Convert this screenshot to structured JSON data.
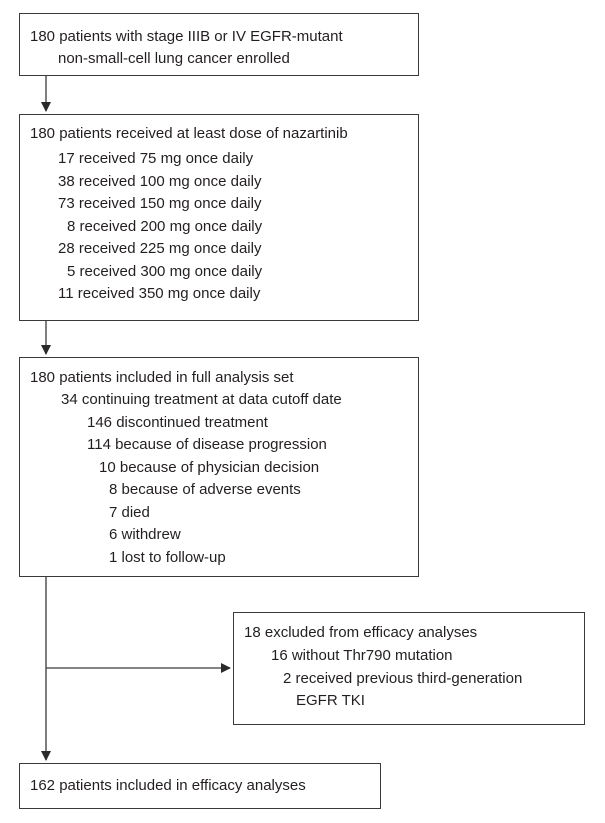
{
  "flowchart": {
    "enrolled": {
      "lines": [
        "180 patients with stage IIIB or IV EGFR-mutant",
        "non-small-cell lung cancer enrolled"
      ]
    },
    "dosing": {
      "title": "180 patients received at least dose of nazartinib",
      "items": [
        "17 received 75 mg once daily",
        "38 received 100 mg once daily",
        "73 received 150 mg once daily",
        "8 received 200 mg once daily",
        "28 received 225 mg once daily",
        "5 received 300 mg once daily",
        "11 received 350 mg once daily"
      ]
    },
    "analysis": {
      "title": "180 patients included in full analysis set",
      "continuing": "34 continuing treatment at data cutoff date",
      "discontinued": "146 discontinued treatment",
      "reasons": [
        "114 because of disease progression",
        "10 because of physician decision",
        "8 because of adverse events",
        "7 died",
        "6 withdrew",
        "1 lost to follow-up"
      ]
    },
    "excluded": {
      "title": "18 excluded from efficacy analyses",
      "lines": [
        "16 without Thr790 mutation",
        "2 received previous third-generation",
        "EGFR TKI"
      ]
    },
    "efficacy": {
      "title": "162 patients included in efficacy analyses"
    }
  }
}
